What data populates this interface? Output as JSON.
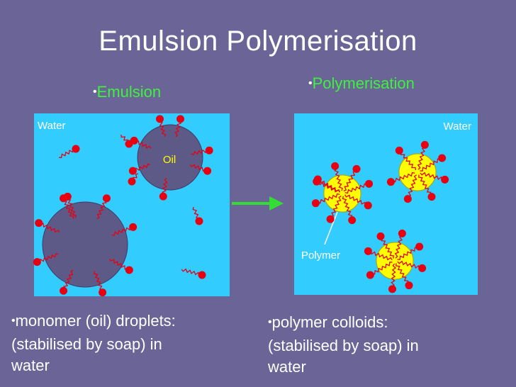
{
  "title": "Emulsion Polymerisation",
  "left_panel": {
    "heading": "Emulsion",
    "water_label": "Water",
    "oil_label": "Oil",
    "caption": [
      "monomer (oil) droplets:",
      "(stabilised by soap) in",
      "water"
    ]
  },
  "right_panel": {
    "heading": "Polymerisation",
    "water_label": "Water",
    "polymer_label": "Polymer",
    "caption": [
      "polymer colloids:",
      "(stabilised by soap) in",
      "water"
    ]
  },
  "colors": {
    "background": "#6a6497",
    "water": "#33ccff",
    "oil_droplet": "#5e5a88",
    "polymer_particle": "#ffff00",
    "soap_head": "#e60012",
    "arrow": "#33dd33",
    "heading_text": "#3df23d"
  },
  "bullet_glyph": "•"
}
